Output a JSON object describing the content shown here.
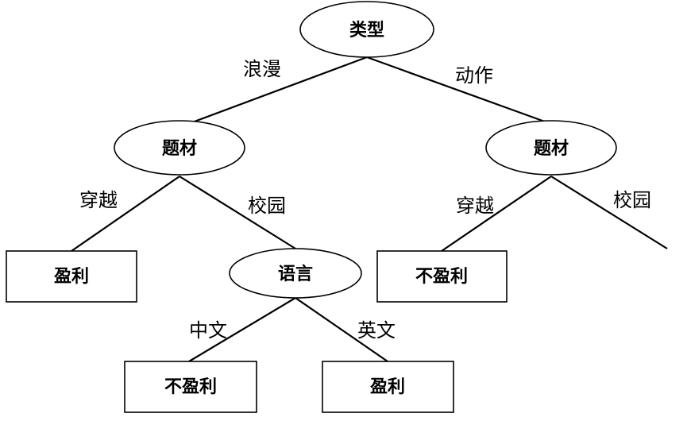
{
  "colors": {
    "stroke": "#000000",
    "fill": "#ffffff",
    "text": "#000000"
  },
  "nodes": {
    "root": {
      "label": "类型",
      "kind": "decision"
    },
    "left_decision": {
      "label": "题材",
      "kind": "decision"
    },
    "right_decision": {
      "label": "题材",
      "kind": "decision"
    },
    "language": {
      "label": "语言",
      "kind": "decision"
    },
    "leaf_profit_1": {
      "label": "盈利",
      "kind": "leaf"
    },
    "leaf_noprofit_1": {
      "label": "不盈利",
      "kind": "leaf"
    },
    "leaf_noprofit_2": {
      "label": "不盈利",
      "kind": "leaf"
    },
    "leaf_profit_2": {
      "label": "盈利",
      "kind": "leaf"
    }
  },
  "edges": {
    "root_left": {
      "label": "浪漫"
    },
    "root_right": {
      "label": "动作"
    },
    "left_cross": {
      "label": "穿越"
    },
    "left_campus": {
      "label": "校园"
    },
    "right_cross": {
      "label": "穿越"
    },
    "right_campus": {
      "label": "校园"
    },
    "lang_chinese": {
      "label": "中文"
    },
    "lang_english": {
      "label": "英文"
    }
  }
}
